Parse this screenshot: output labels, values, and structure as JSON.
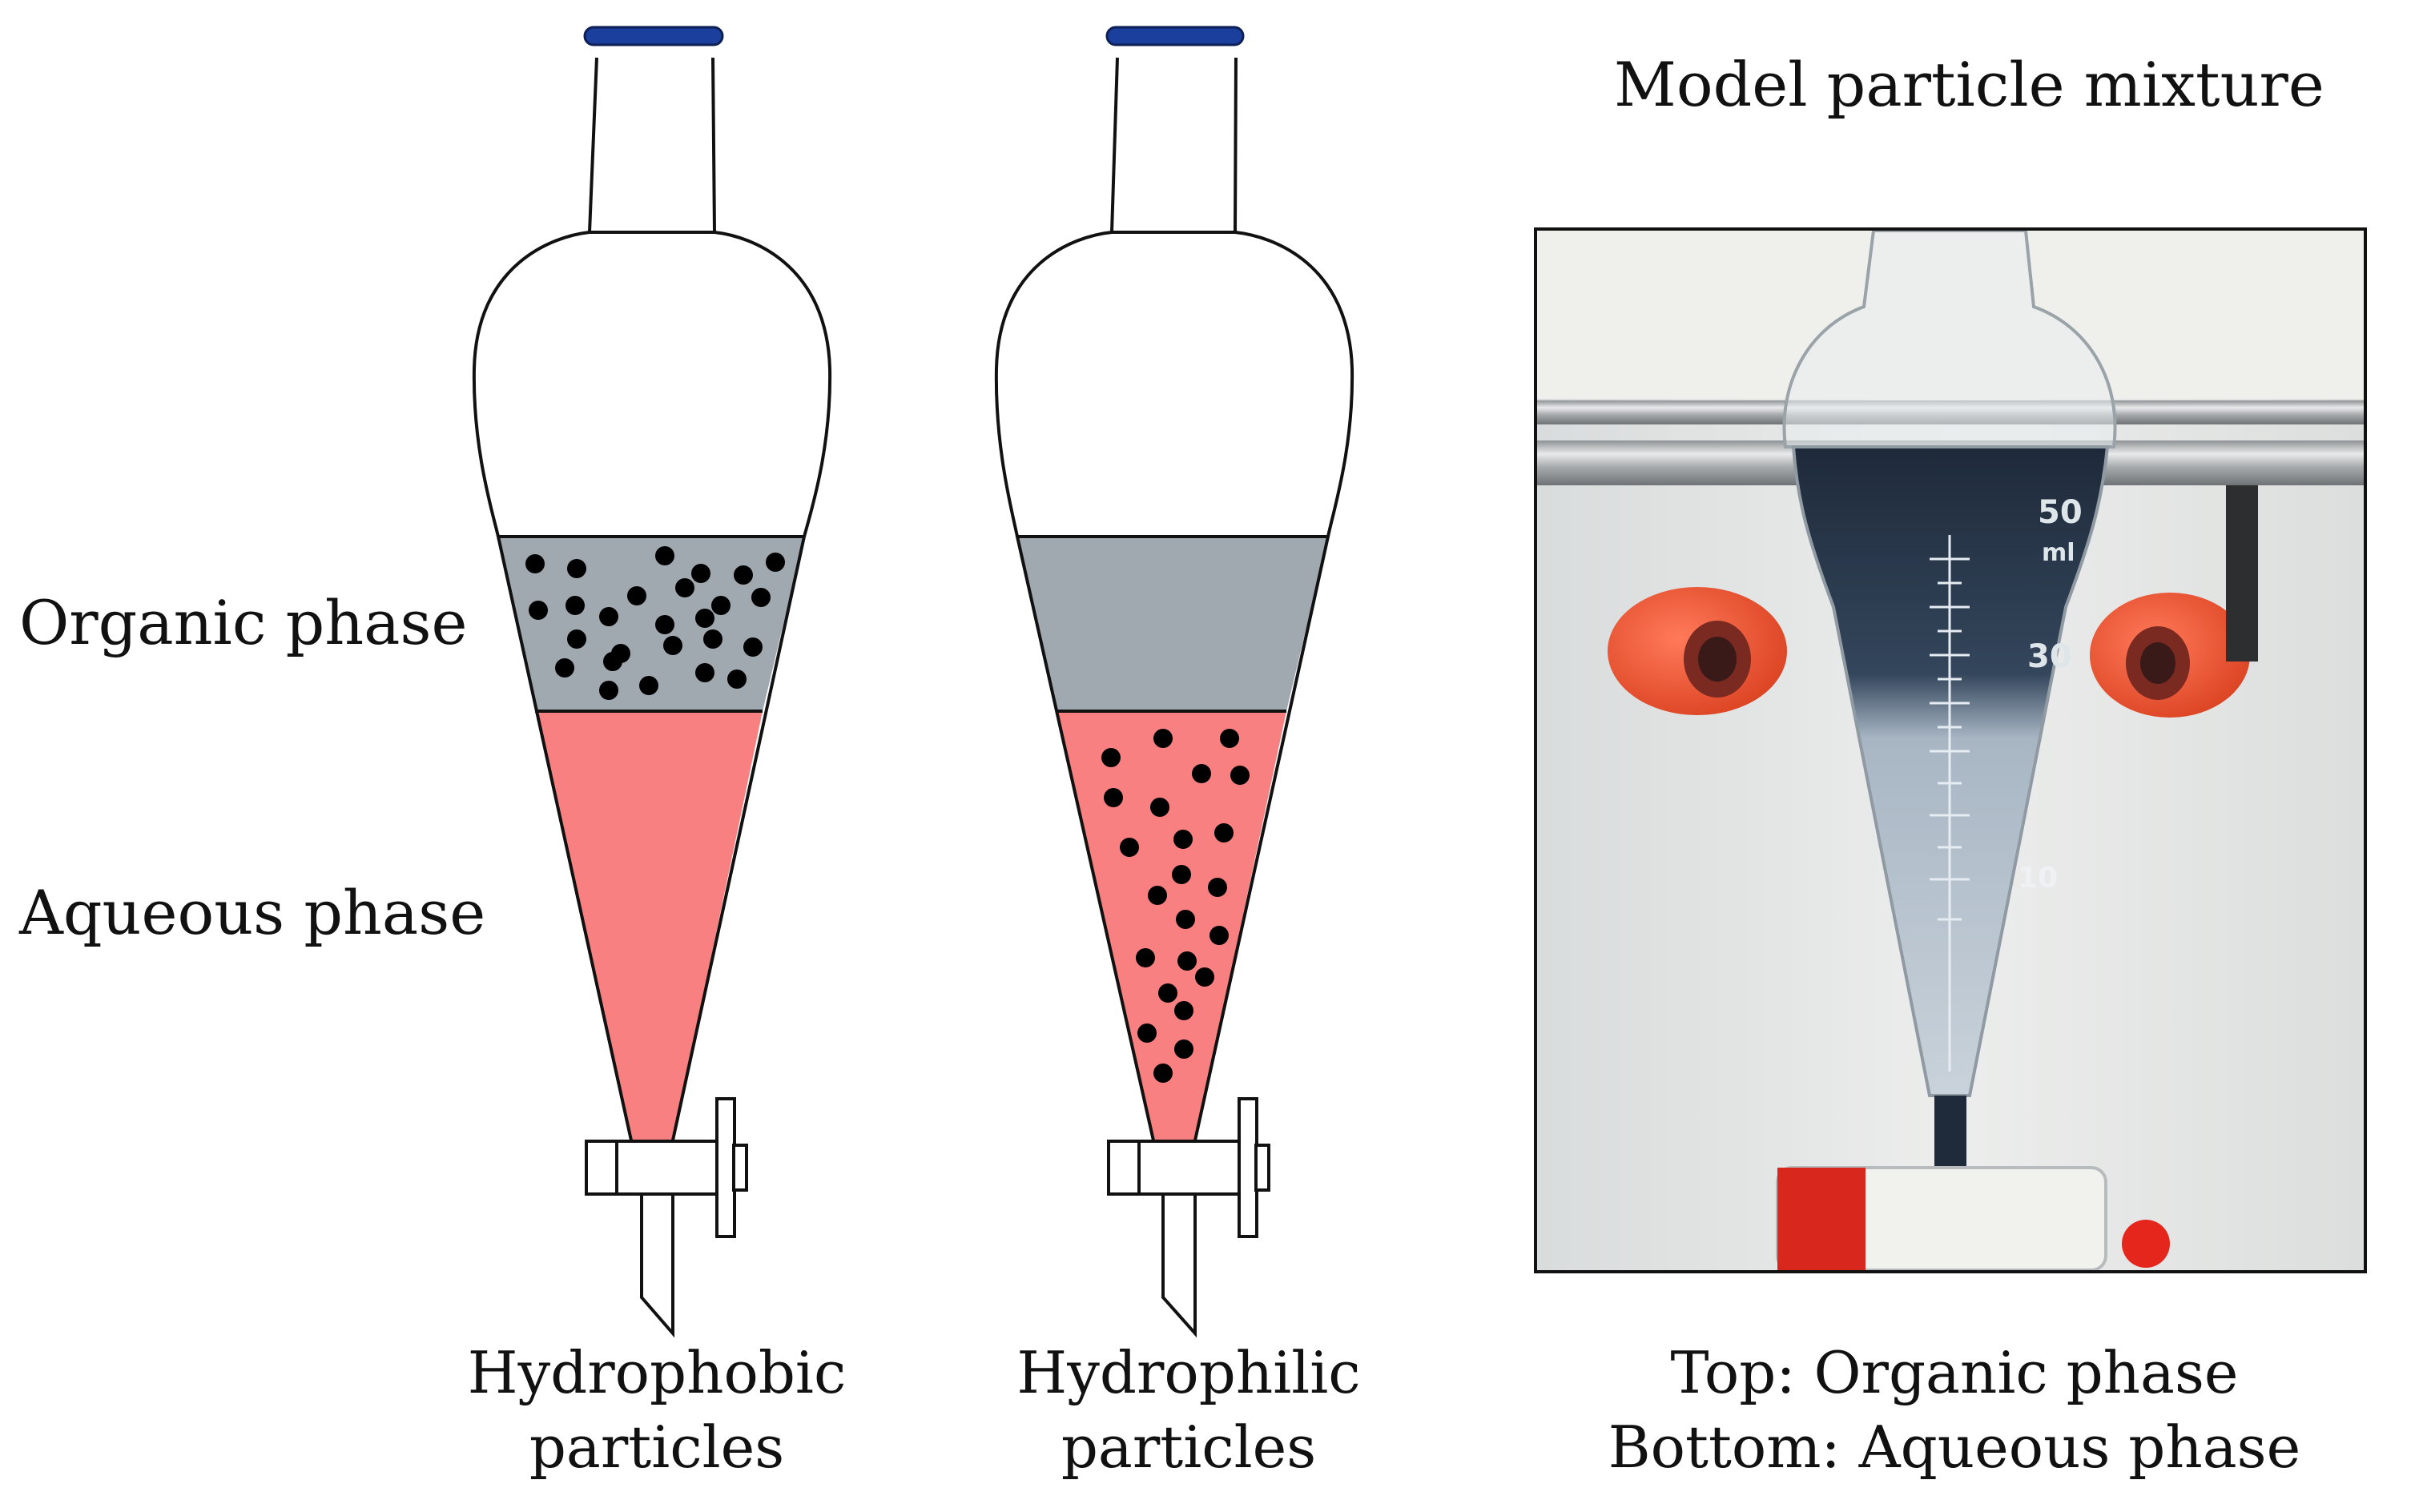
{
  "labels": {
    "organic": "Organic phase",
    "aqueous": "Aqueous phase"
  },
  "funnels": [
    {
      "caption_line1": "Hydrophobic",
      "caption_line2": "particles",
      "particles_in": "organic"
    },
    {
      "caption_line1": "Hydrophilic",
      "caption_line2": "particles",
      "particles_in": "aqueous"
    }
  ],
  "photo": {
    "title": "Model particle mixture",
    "caption_line1": "Top: Organic phase",
    "caption_line2": "Bottom: Aqueous phase",
    "graduations": [
      "50",
      "ml",
      "30",
      "10"
    ]
  },
  "colors": {
    "organic_phase": "#A0A8B0",
    "aqueous_phase": "#F88080",
    "stopper": "#1B3F9C",
    "particle": "#000000",
    "clamp": "#F05A3C"
  }
}
